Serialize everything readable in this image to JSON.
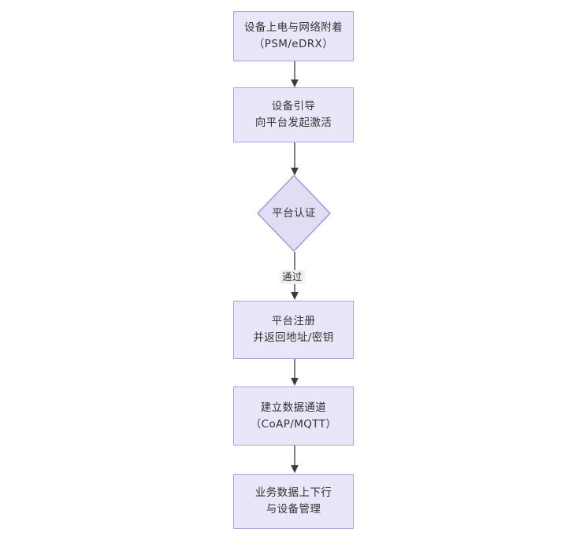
{
  "diagram": {
    "type": "flowchart",
    "orientation": "top-to-bottom",
    "theme": {
      "node_fill": "#e8e6f8",
      "node_border": "#b39ddb",
      "text_color": "#333333",
      "edge_color": "#3a3a3a",
      "edge_label_bg": "#f0f0f0",
      "background": "#ffffff"
    },
    "nodes": [
      {
        "id": "n1",
        "shape": "rectangle",
        "line1": "设备上电与网络附着",
        "line2": "（PSM/eDRX）"
      },
      {
        "id": "n2",
        "shape": "rectangle",
        "line1": "设备引导",
        "line2": "向平台发起激活"
      },
      {
        "id": "n3",
        "shape": "diamond",
        "line1": "平台认证",
        "line2": ""
      },
      {
        "id": "n4",
        "shape": "rectangle",
        "line1": "平台注册",
        "line2": "并返回地址/密钥"
      },
      {
        "id": "n5",
        "shape": "rectangle",
        "line1": "建立数据通道",
        "line2": "（CoAP/MQTT）"
      },
      {
        "id": "n6",
        "shape": "rectangle",
        "line1": "业务数据上下行",
        "line2": "与设备管理"
      }
    ],
    "edges": [
      {
        "id": "e1",
        "from": "n1",
        "to": "n2",
        "label": ""
      },
      {
        "id": "e2",
        "from": "n2",
        "to": "n3",
        "label": ""
      },
      {
        "id": "e3",
        "from": "n3",
        "to": "n4",
        "label": "通过"
      },
      {
        "id": "e4",
        "from": "n4",
        "to": "n5",
        "label": ""
      },
      {
        "id": "e5",
        "from": "n5",
        "to": "n6",
        "label": ""
      }
    ]
  }
}
